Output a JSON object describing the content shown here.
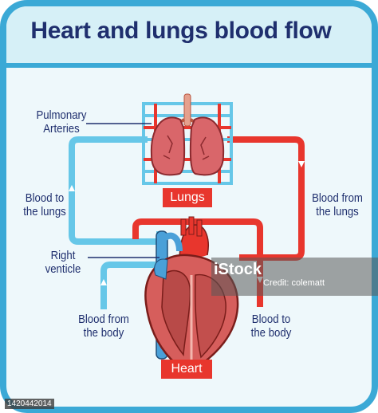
{
  "title": "Heart and lungs blood flow",
  "labels": {
    "pulmonary_arteries": "Pulmonary Arteries",
    "blood_to_lungs": "Blood to the lungs",
    "blood_from_lungs": "Blood from the lungs",
    "right_venticle": "Right venticle",
    "blood_from_body": "Blood from the body",
    "blood_to_body": "Blood to the body",
    "lungs": "Lungs",
    "heart": "Heart"
  },
  "watermark": {
    "brand": "iStock",
    "credit": "Credit: colematt",
    "image_id": "1420442014"
  },
  "colors": {
    "oxygen_poor": "#66c7e8",
    "oxygen_rich": "#e8362d",
    "title_text": "#1f2f6e",
    "frame": "#3ba9d6",
    "background": "#eef8fb"
  }
}
